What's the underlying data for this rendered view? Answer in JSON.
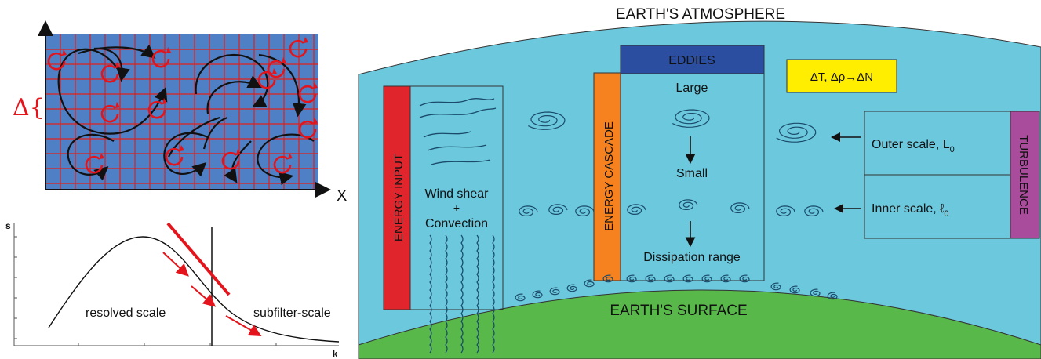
{
  "grid_panel": {
    "delta_label": "Δ{",
    "x_axis_label": "X"
  },
  "spectrum_panel": {
    "y_axis_label": "s",
    "x_axis_label": "k",
    "resolved_label": "resolved scale",
    "subfilter_label": "subfilter-scale"
  },
  "atmosphere": {
    "title": "EARTH'S ATMOSPHERE",
    "surface_label": "EARTH'S SURFACE",
    "eddies_header": "EDDIES",
    "energy_input": "ENERGY INPUT",
    "energy_cascade": "ENERGY CASCADE",
    "turbulence": "TURBULENCE",
    "delta_box": "ΔT, Δρ→ΔN",
    "wind_shear": "Wind shear",
    "plus": "+",
    "convection": "Convection",
    "large": "Large",
    "small": "Small",
    "dissipation": "Dissipation range",
    "outer_scale": "Outer scale, L",
    "outer_sub": "0",
    "inner_scale": "Inner scale, ℓ",
    "inner_sub": "0"
  },
  "colors": {
    "grid_bg": "#4f7fc4",
    "grid_lines": "#e0201c",
    "sky": "#6cc8dd",
    "earth": "#59b84a",
    "energy_input": "#e0262c",
    "energy_cascade": "#f5821f",
    "eddies": "#2c4ea0",
    "turbulence": "#a94c9c",
    "delta_box": "#ffee00"
  }
}
